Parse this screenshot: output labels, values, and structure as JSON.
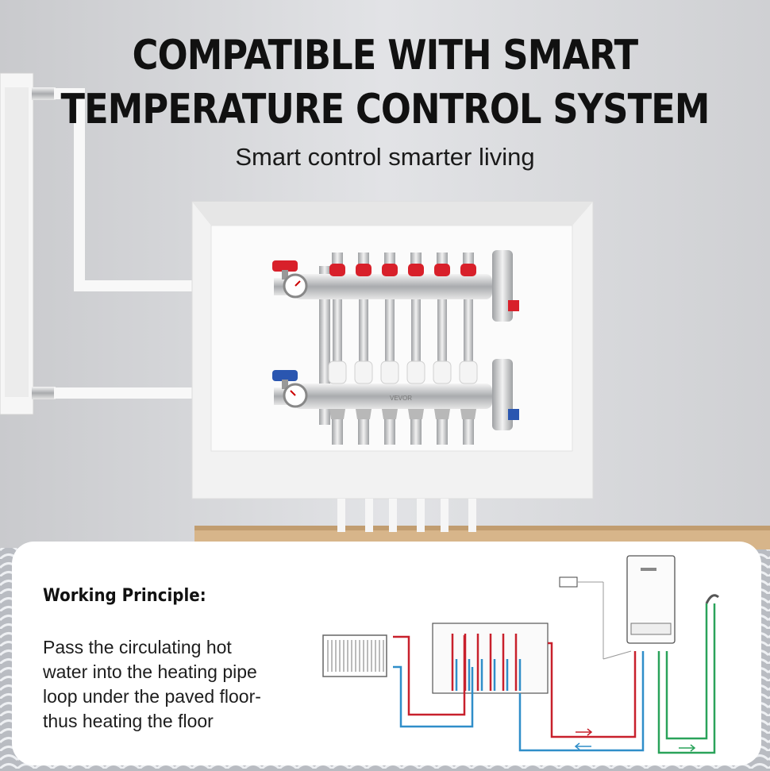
{
  "header": {
    "title_line1": "COMPATIBLE WITH SMART",
    "title_line2": "TEMPERATURE CONTROL SYSTEM",
    "subtitle": "Smart control smarter living"
  },
  "manifold": {
    "brand_label": "VEVOR",
    "loop_count": 6
  },
  "working_principle": {
    "heading": "Working Principle:",
    "text": "Pass the circulating hot\nwater into the heating pipe\nloop under the paved floor-\nthus heating the floor"
  },
  "colors": {
    "hot_pipe": "#c8202c",
    "cold_pipe": "#2f8ec9",
    "return_pipe": "#2aa35a",
    "valve_red": "#d8202a",
    "valve_blue": "#2a56b0"
  },
  "icons": [
    "radiator-icon",
    "thermostat-icon",
    "boiler-icon",
    "faucet-icon",
    "pressure-gauge-icon"
  ]
}
